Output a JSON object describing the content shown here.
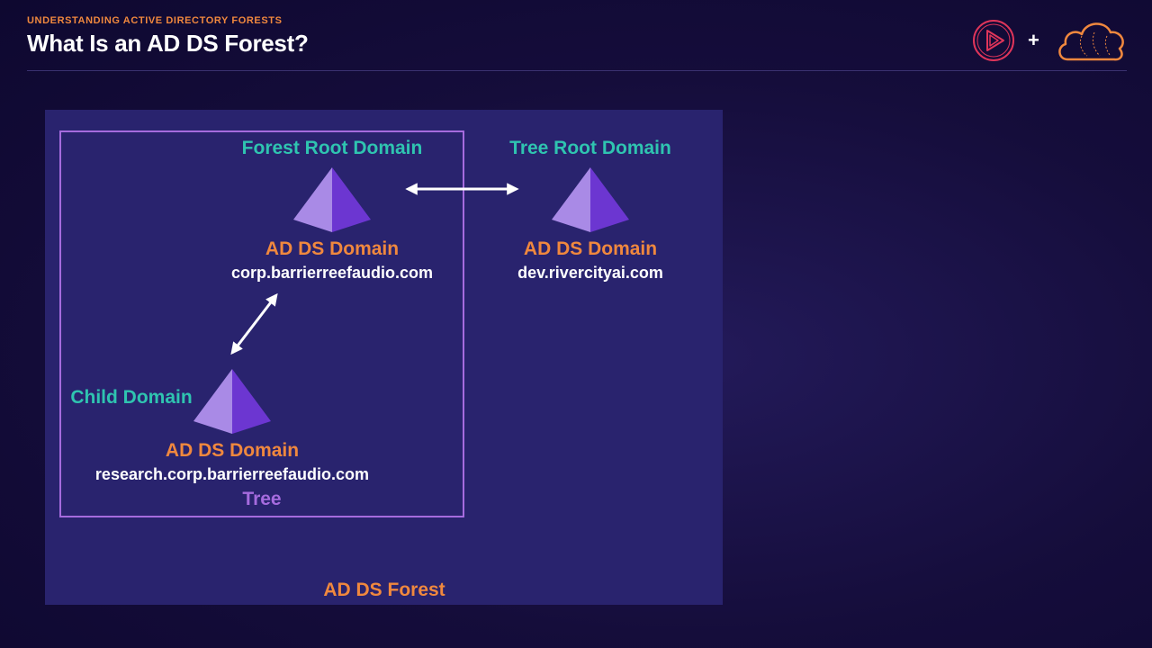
{
  "header": {
    "eyebrow": "UNDERSTANDING ACTIVE DIRECTORY FORESTS",
    "title": "What Is an AD DS Forest?",
    "plus": "+"
  },
  "icons": {
    "play_logo": "play-icon",
    "cloud_logo": "cloud-icon",
    "domain_shape": "pyramid-icon"
  },
  "colors": {
    "accent_orange": "#f0883e",
    "accent_teal": "#2fc4b0",
    "tree_border": "#a56bde",
    "panel": "#29236e"
  },
  "diagram": {
    "forest_label": "AD DS Forest",
    "tree_label": "Tree",
    "forest_root": {
      "role": "Forest Root Domain",
      "type": "AD DS Domain",
      "name": "corp.barrierreefaudio.com"
    },
    "tree_root": {
      "role": "Tree Root Domain",
      "type": "AD DS Domain",
      "name": "dev.rivercityai.com"
    },
    "child": {
      "role": "Child Domain",
      "type": "AD DS Domain",
      "name": "research.corp.barrierreefaudio.com"
    }
  }
}
